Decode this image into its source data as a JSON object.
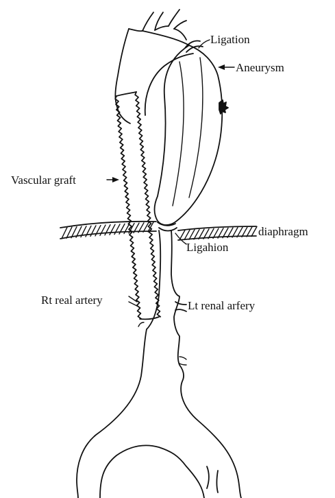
{
  "labels": {
    "ligation_top": "Ligation",
    "aneurysm": "Aneurysm",
    "vascular_graft": "Vascular graft",
    "diaphragm": "diaphragm",
    "ligation_bottom": "Ligahion",
    "rt_artery": "Rt real artery",
    "lt_artery": "Lt renal arfery"
  }
}
